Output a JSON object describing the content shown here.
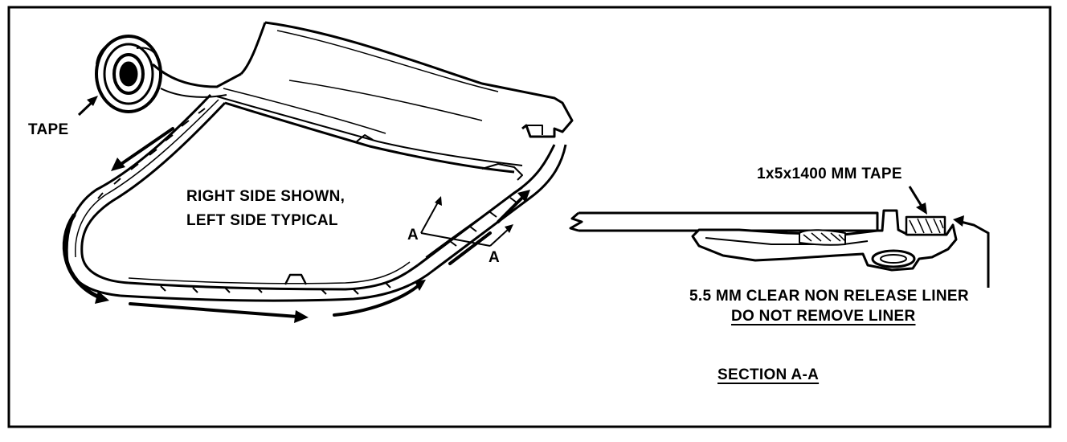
{
  "labels": {
    "tape": "TAPE",
    "view_note_line1": "RIGHT SIDE SHOWN,",
    "view_note_line2": "LEFT SIDE TYPICAL",
    "section_marker_left": "A",
    "section_marker_right": "A",
    "tape_spec": "1x5x1400 MM TAPE",
    "liner_line1": "5.5 MM CLEAR NON RELEASE LINER",
    "liner_line2": "DO NOT REMOVE LINER",
    "section_title": "SECTION A-A"
  },
  "colors": {
    "ink": "#000000",
    "paper": "#ffffff"
  }
}
